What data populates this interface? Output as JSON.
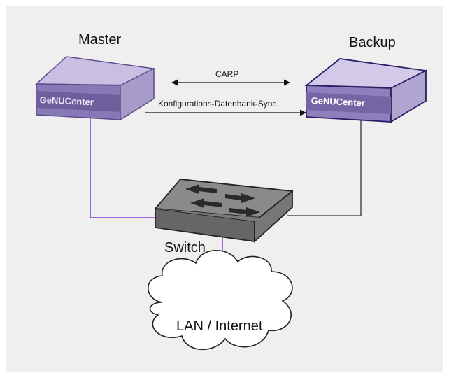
{
  "nodes": {
    "master": {
      "title": "Master",
      "device_label": "GeNUCenter"
    },
    "backup": {
      "title": "Backup",
      "device_label": "GeNUCenter"
    },
    "switch": {
      "title": "Switch"
    },
    "cloud": {
      "label": "LAN / Internet"
    }
  },
  "links": {
    "carp": "CARP",
    "sync": "Konfigurations-Datenbank-Sync"
  },
  "colors": {
    "background": "#efefef",
    "device_fill": "#a79bc9",
    "device_top": "#c6bde0",
    "device_band": "#6f5e9c",
    "master_link": "#8a3bd6",
    "backup_link": "#333333",
    "switch_fill": "#7f7f7f"
  }
}
